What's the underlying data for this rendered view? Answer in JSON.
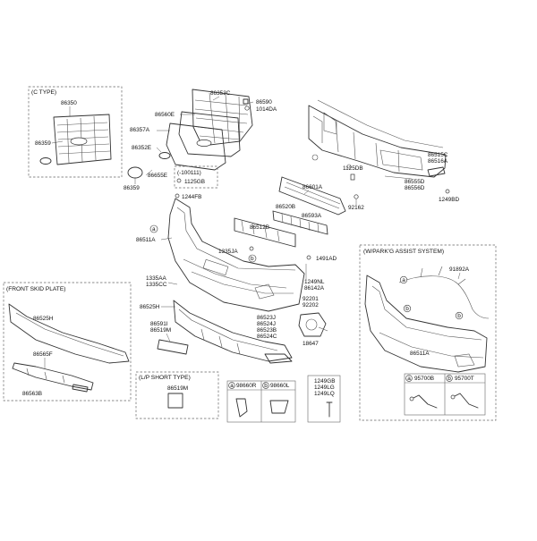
{
  "boxes": {
    "c_type": "(C TYPE)",
    "front_skid_plate": "(FRONT SKID PLATE)",
    "lp_short_type": "(L/P SHORT TYPE)",
    "park_assist": "(W/PARK'G ASSIST SYSTEM)"
  },
  "table_left": {
    "a": "98660R",
    "b": "98660L"
  },
  "table_right": {
    "a": "95700B",
    "b": "95700T"
  },
  "bolt_codes": [
    "1249GB",
    "1249LG",
    "1249LQ"
  ],
  "callout_letters": {
    "a": "a",
    "b": "b"
  },
  "labels": {
    "c350": "86350",
    "c359": "86359",
    "l353c": "86353C",
    "l590": "86590",
    "l1014": "1014DA",
    "l560e": "86560E",
    "l357a": "86357A",
    "l352e": "86352E",
    "l655e": "86655E",
    "l359": "86359",
    "l100111": "(-100111)",
    "l1125gb": "1125GB",
    "l1244fb": "1244FB",
    "l515c": "86515C",
    "l516a": "86516A",
    "l1125db": "1125DB",
    "l555d": "86555D",
    "l556d": "86556D",
    "l1249bd": "1249BD",
    "l92162": "92162",
    "l601a": "86601A",
    "l520b": "86520B",
    "l593a": "86593A",
    "l512b": "86512B",
    "l511a": "86511A",
    "l1335ja": "1335JA",
    "l1491ad": "1491AD",
    "l1249nl": "1249NL",
    "l142a": "86142A",
    "l1335aa": "1335AA",
    "l1335cc": "1335CC",
    "l92201": "92201",
    "l92202": "92202",
    "l525h": "86525H",
    "l523j": "86523J",
    "l524j": "86524J",
    "l523b": "86523B",
    "l524c": "86524C",
    "l591i": "86591I",
    "l519m": "86519M",
    "l18647": "18647",
    "s525h": "86525H",
    "s565f": "86565F",
    "s563b": "86563B",
    "lp519m": "86519M",
    "p91892a": "91892A",
    "p511a": "86511A"
  }
}
